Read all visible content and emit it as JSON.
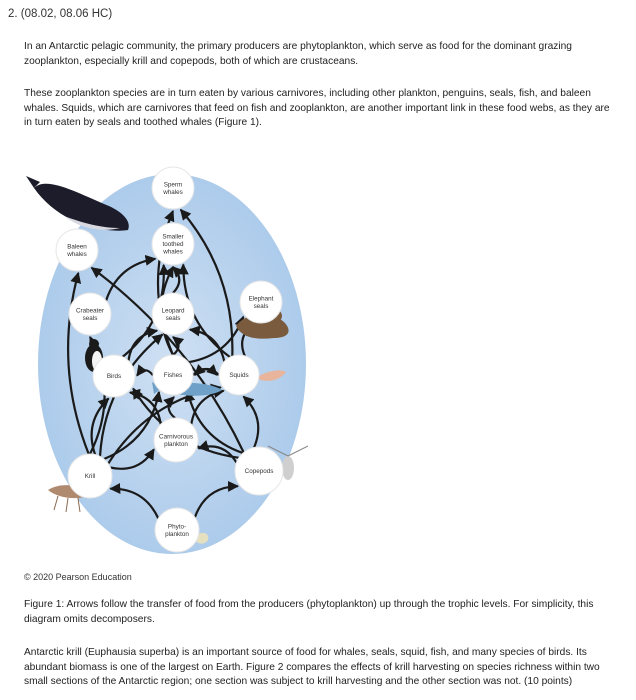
{
  "question_number": "2. (08.02, 08.06 HC)",
  "paragraphs": {
    "intro": "In an Antarctic pelagic community, the primary producers are phytoplankton, which serve as food for the dominant grazing zooplankton, especially krill and copepods, both of which are crustaceans.",
    "predators": "These zooplankton species are in turn eaten by various carnivores, including other plankton, penguins, seals, fish, and baleen whales. Squids, which are carnivores that feed on fish and zooplankton, are another important link in these food webs, as they are in turn eaten by seals and toothed whales (Figure 1).",
    "caption": "Figure 1: Arrows follow the transfer of food from the producers (phytoplankton) up through the trophic levels. For simplicity, this diagram omits decomposers.",
    "krill": "Antarctic krill (Euphausia superba) is an important source of food for whales, seals, squid, fish, and many species of birds. Its abundant biomass is one of the largest on Earth. Figure 2 compares the effects of krill harvesting on species richness within two small sections of the Antarctic region; one section was subject to krill harvesting and the other section was not. (10 points)"
  },
  "figure": {
    "copyright": "© 2020 Pearson Education",
    "nodes": {
      "sperm": [
        "Sperm",
        "whales"
      ],
      "smaller": [
        "Smaller",
        "toothed",
        "whales"
      ],
      "baleen": [
        "Baleen",
        "whales"
      ],
      "crabeater": [
        "Crabeater",
        "seals"
      ],
      "leopard": [
        "Leopard",
        "seals"
      ],
      "elephant": [
        "Elephant",
        "seals"
      ],
      "birds": [
        "Birds"
      ],
      "fishes": [
        "Fishes"
      ],
      "squids": [
        "Squids"
      ],
      "carnivorous": [
        "Carnivorous",
        "plankton"
      ],
      "krill": [
        "Krill"
      ],
      "copepods": [
        "Copepods"
      ],
      "phyto": [
        "Phyto-",
        "plankton"
      ]
    },
    "colors": {
      "background_oval": "#a9c9ea",
      "node_fill": "#ffffff",
      "arrow": "#1a1a1a"
    }
  }
}
